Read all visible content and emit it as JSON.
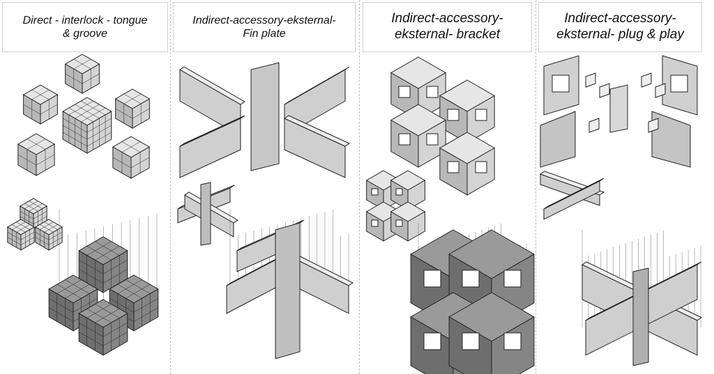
{
  "panels": [
    {
      "title_line1": "Direct - interlock - tongue",
      "title_line2": "& groove"
    },
    {
      "title_line1": "Indirect-accessory-eksternal-",
      "title_line2": "Fin plate"
    },
    {
      "title_line1": "Indirect-accessory-",
      "title_line2": "eksternal- bracket"
    },
    {
      "title_line1": "Indirect-accessory-",
      "title_line2": "eksternal- plug & play"
    }
  ],
  "colors": {
    "face_top": "#e6e6e6",
    "face_left": "#b8b8b8",
    "face_right": "#d4d4d4",
    "dark": "#7a7a7a",
    "line": "#222222",
    "divider": "#bdbdbd"
  }
}
